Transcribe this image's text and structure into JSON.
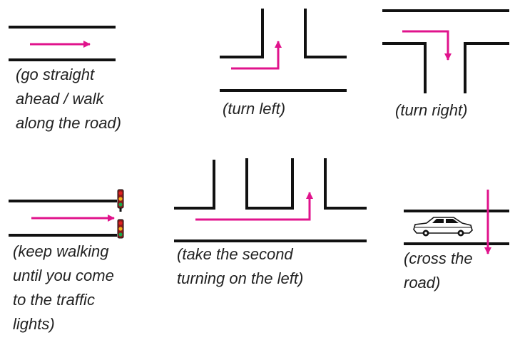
{
  "colors": {
    "road": "#111111",
    "arrow": "#e0138c",
    "signal_post": "#8b1a1a",
    "signal_red": "#e02020",
    "signal_amber": "#f2b31c",
    "signal_green": "#18a84a"
  },
  "panels": [
    {
      "id": "go-straight",
      "caption": [
        "(go straight",
        "ahead / walk",
        "along the road)"
      ]
    },
    {
      "id": "turn-left",
      "caption": [
        "(turn left)"
      ]
    },
    {
      "id": "turn-right",
      "caption": [
        "(turn right)"
      ]
    },
    {
      "id": "traffic-lights",
      "caption": [
        "(keep walking",
        "until you come",
        "to the traffic",
        "lights)"
      ]
    },
    {
      "id": "second-left",
      "caption": [
        "(take the second",
        "turning on the left)"
      ]
    },
    {
      "id": "cross-road",
      "caption": [
        "(cross the",
        "road)"
      ]
    }
  ]
}
